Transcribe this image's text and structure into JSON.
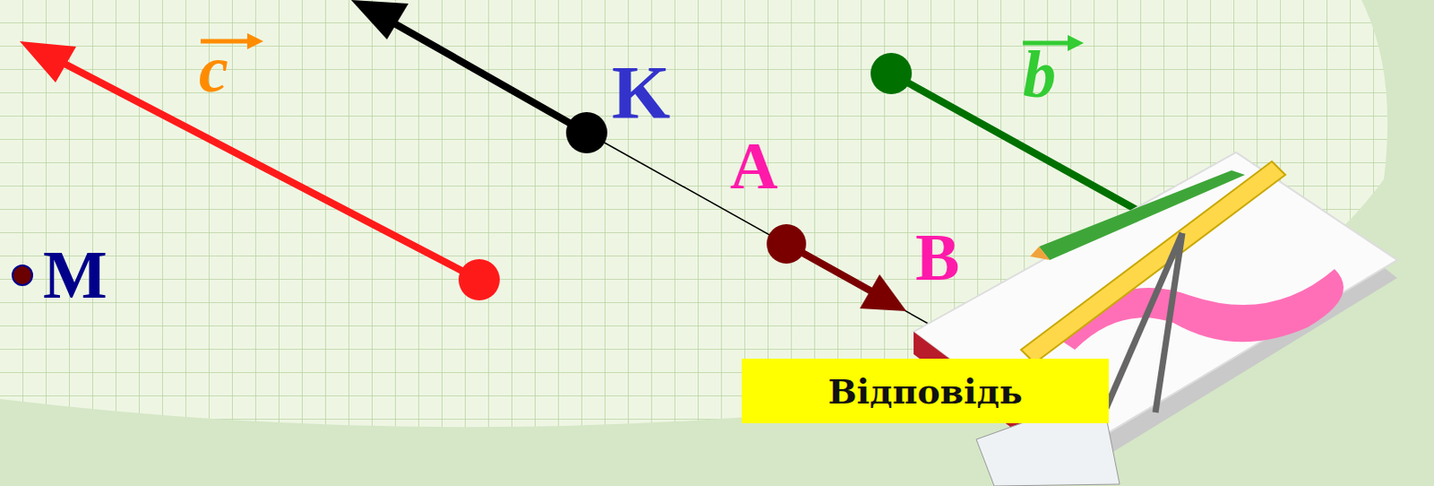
{
  "diagram": {
    "nodes": [
      {
        "text": [
          "Відповідь"
        ]
      }
    ],
    "labels": [
      "c",
      "K",
      "A",
      "B",
      "M",
      "b"
    ]
  }
}
